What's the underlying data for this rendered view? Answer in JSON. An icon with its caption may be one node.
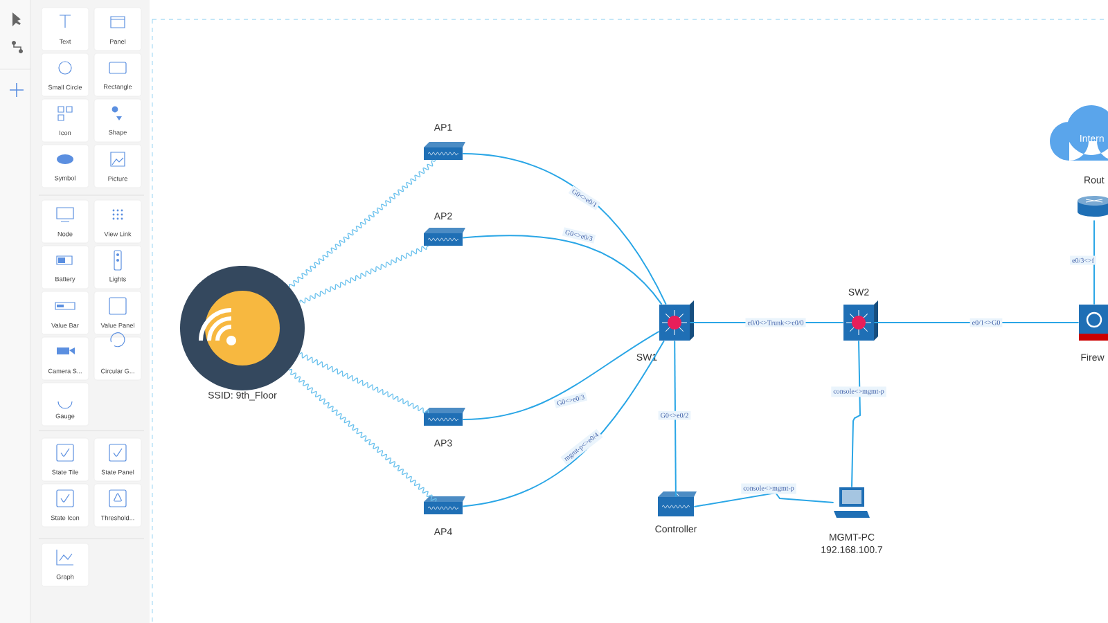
{
  "diagram": {
    "nodes": [
      {
        "text": [
          "Text"
        ]
      },
      {
        "text": [
          "Panel"
        ]
      },
      {
        "text": [
          "Small Circle"
        ]
      },
      {
        "text": [
          "Rectangle"
        ]
      },
      {
        "text": [
          "Icon"
        ]
      },
      {
        "text": [
          "Shape"
        ]
      },
      {
        "text": [
          "Symbol"
        ]
      },
      {
        "text": [
          "Picture"
        ]
      },
      {
        "text": [
          "Node"
        ]
      },
      {
        "text": [
          "View Link"
        ]
      },
      {
        "text": [
          "Battery"
        ]
      },
      {
        "text": [
          "Lights"
        ]
      },
      {
        "text": [
          "Value Bar"
        ]
      },
      {
        "text": [
          "Value Panel"
        ]
      },
      {
        "text": [
          "Camera S..."
        ]
      },
      {
        "text": [
          "Circular G..."
        ]
      },
      {
        "text": [
          "Gauge"
        ]
      },
      {
        "text": [
          "State Tile"
        ]
      },
      {
        "text": [
          "State Panel"
        ]
      },
      {
        "text": [
          "State Icon"
        ]
      },
      {
        "text": [
          "Threshold..."
        ]
      },
      {
        "text": [
          "Graph"
        ]
      },
      {
        "text": [
          "SSID: 9th_Floor"
        ]
      },
      {
        "text": [
          "AP1"
        ]
      },
      {
        "text": [
          "AP2"
        ]
      },
      {
        "text": [
          "AP3"
        ]
      },
      {
        "text": [
          "AP4"
        ]
      },
      {
        "text": [
          "SW1"
        ]
      },
      {
        "text": [
          "SW2"
        ]
      },
      {
        "text": [
          "Controller"
        ]
      },
      {
        "text": [
          "MGMT-PC",
          "192.168.100.7"
        ]
      },
      {
        "text": [
          "Intern"
        ]
      },
      {
        "text": [
          "Rout"
        ]
      },
      {
        "text": [
          "Firew"
        ]
      }
    ],
    "edges": [
      {
        "from": 22,
        "to": 23,
        "arrow": "none"
      },
      {
        "from": 22,
        "to": 24,
        "arrow": "none"
      },
      {
        "from": 22,
        "to": 25,
        "arrow": "none"
      },
      {
        "from": 22,
        "to": 26,
        "arrow": "none"
      },
      {
        "from": 23,
        "to": 27,
        "arrow": "none",
        "label": "G0<>e0/1"
      },
      {
        "from": 24,
        "to": 27,
        "arrow": "none",
        "label": "G0<>e0/3"
      },
      {
        "from": 25,
        "to": 27,
        "arrow": "none",
        "label": "G0<>e0/3"
      },
      {
        "from": 26,
        "to": 27,
        "arrow": "none",
        "label": "mgmt-p<>e0/4"
      },
      {
        "from": 27,
        "to": 28,
        "arrow": "none",
        "label": "e0/0<>Trunk<>e0/0"
      },
      {
        "from": 28,
        "to": 33,
        "arrow": "none",
        "label": "e0/1<>G0"
      },
      {
        "from": 27,
        "to": 29,
        "arrow": "none",
        "label": "G0<>e0/2"
      },
      {
        "from": 28,
        "to": 30,
        "arrow": "none",
        "label": "console<>mgmt-p"
      },
      {
        "from": 29,
        "to": 30,
        "arrow": "none",
        "label": "console<>mgmt-p"
      },
      {
        "from": 32,
        "to": 33,
        "arrow": "none",
        "label": "e0/3<>f"
      }
    ]
  }
}
